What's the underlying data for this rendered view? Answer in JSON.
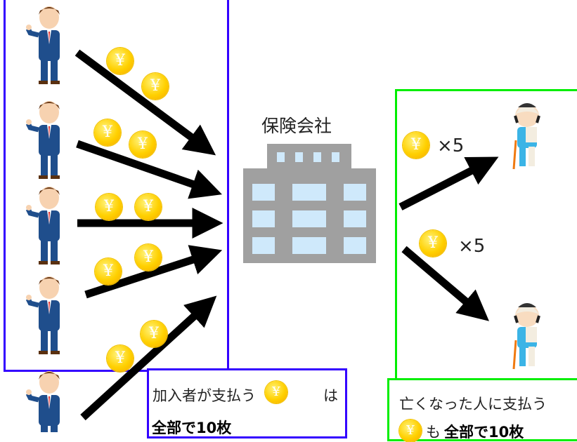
{
  "company_label": "保険会社",
  "coin_symbol": "¥",
  "payout_multipliers": [
    "×5",
    "×5"
  ],
  "left_caption": {
    "line1_a": "加入者が支払う",
    "line1_b": "は",
    "line2": "全部で10枚"
  },
  "right_caption": {
    "line1": "亡くなった人に支払う",
    "line2_a": "も",
    "line2_b": "全部で10枚"
  },
  "colors": {
    "payer_box": "#3300ff",
    "recipient_box": "#00ee00",
    "building": "#a0a0a0",
    "window": "#cfe9fb",
    "coin": "#ffd000"
  }
}
